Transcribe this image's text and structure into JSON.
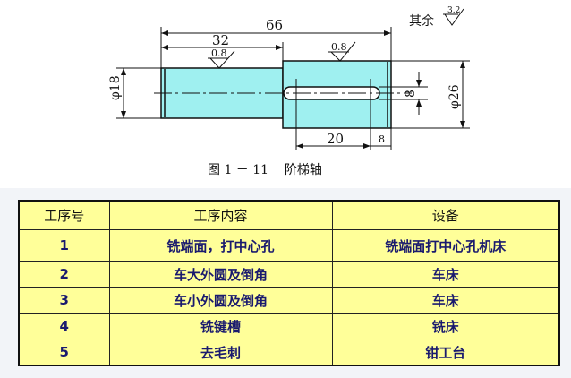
{
  "drawing": {
    "caption": "图 1 － 11    阶梯轴",
    "other_surface_label": "其余",
    "other_roughness": "3.2",
    "dim_total_length": "66",
    "dim_small_length": "32",
    "roughness_small": "0.8",
    "roughness_large": "0.8",
    "dim_small_dia": "φ18",
    "dim_large_dia": "φ26",
    "dim_key_width": "8",
    "dim_key_length": "20",
    "dim_key_offset": "8"
  },
  "table": {
    "headers": [
      "工序号",
      "工序内容",
      "设备"
    ],
    "rows": [
      {
        "no": "1",
        "content": "铣端面，打中心孔",
        "equipment": "铣端面打中心孔机床"
      },
      {
        "no": "2",
        "content": "车大外圆及倒角",
        "equipment": "车床"
      },
      {
        "no": "3",
        "content": "车小外圆及倒角",
        "equipment": "车床"
      },
      {
        "no": "4",
        "content": "铣键槽",
        "equipment": "铣床"
      },
      {
        "no": "5",
        "content": "去毛刺",
        "equipment": "钳工台"
      }
    ]
  },
  "colors": {
    "shaft": "#9ff0f0",
    "table_bg": "#ffff99",
    "table_text": "#1a1a6e"
  }
}
